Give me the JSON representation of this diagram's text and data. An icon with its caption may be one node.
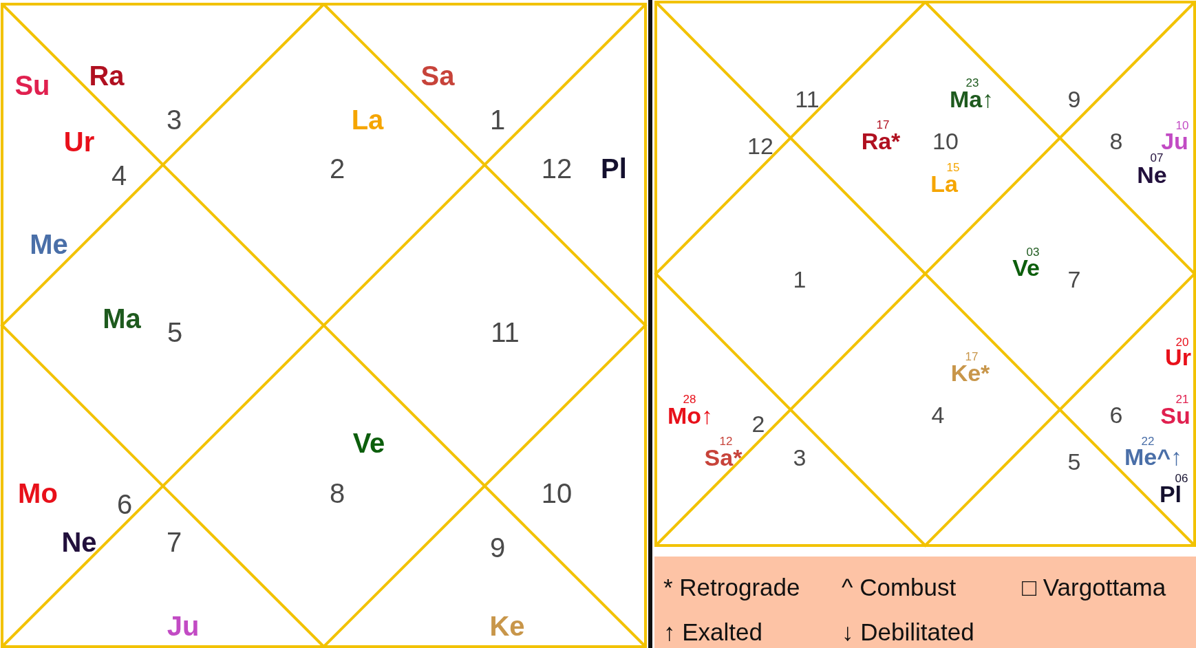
{
  "diagram": {
    "nodes": [
      {
        "text": [
          "* Retrograde",
          "^ Combust",
          "□ Vargottama",
          "↑ Exalted",
          "↓ Debilitated"
        ]
      }
    ],
    "labels": [
      "Su",
      "Ra",
      "3",
      "La",
      "Sa",
      "1",
      "Ur",
      "4",
      "2",
      "12",
      "Pl",
      "Me",
      "Ma",
      "5",
      "11",
      "Ve",
      "Mo",
      "6",
      "8",
      "10",
      "Ne",
      "7",
      "9",
      "Ju",
      "Ke",
      "23",
      "11",
      "Ma↑",
      "9",
      "12",
      "17",
      "Ra*",
      "10",
      "10",
      "8",
      "Ju",
      "15",
      "07",
      "La",
      "Ne",
      "03",
      "Ve",
      "1",
      "7",
      "20",
      "Ur",
      "17",
      "Ke*",
      "28",
      "Mo↑",
      "21",
      "2",
      "4",
      "6",
      "Su",
      "12",
      "22",
      "Sa*",
      "3",
      "5",
      "Me^↑",
      "06",
      "Pl"
    ]
  }
}
